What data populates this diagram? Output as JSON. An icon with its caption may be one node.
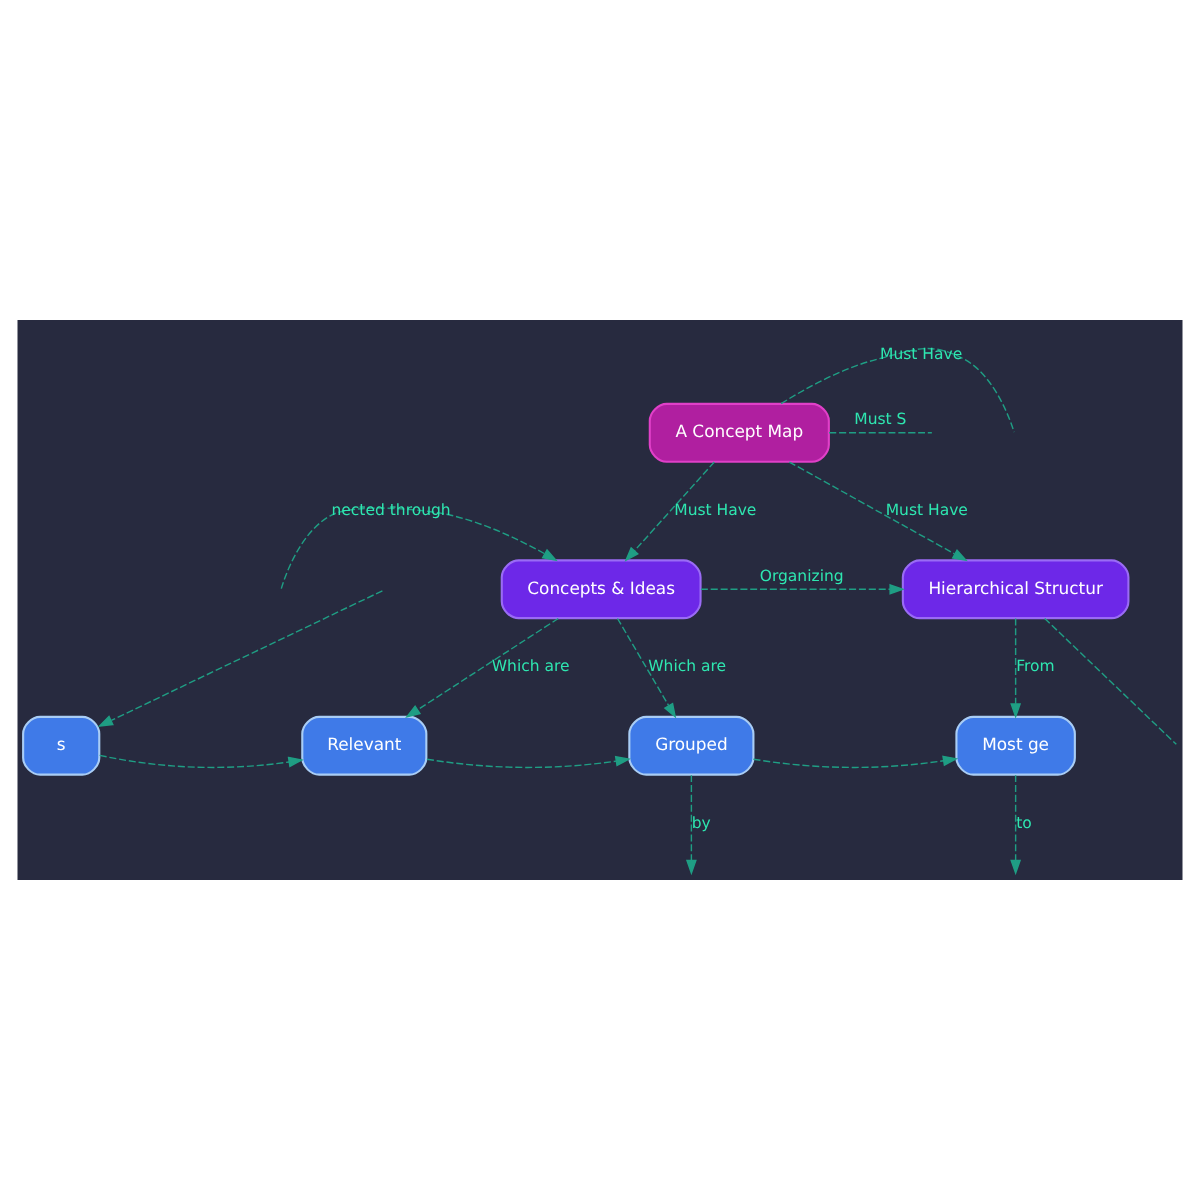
{
  "diagram": {
    "nodes": [
      {
        "text": [
          "A Concept Map"
        ]
      },
      {
        "text": [
          "Concepts & Ideas"
        ]
      },
      {
        "text": [
          "Hierarchical Structur"
        ]
      },
      {
        "text": [
          "s"
        ]
      },
      {
        "text": [
          "Relevant"
        ]
      },
      {
        "text": [
          "Grouped"
        ]
      },
      {
        "text": [
          "Most ge"
        ]
      }
    ],
    "edges": [
      {
        "from": 0,
        "to": null,
        "label": "Must Have",
        "arrow": "none",
        "style": "dashed"
      },
      {
        "from": 0,
        "to": 1,
        "label": "Must Have",
        "arrow": "to",
        "style": "dashed"
      },
      {
        "from": 0,
        "to": 2,
        "label": "Must Have",
        "arrow": "to",
        "style": "dashed"
      },
      {
        "from": 0,
        "to": null,
        "label": "Must S",
        "arrow": "none",
        "style": "dashed"
      },
      {
        "from": null,
        "to": 1,
        "label": "nected through",
        "arrow": "to",
        "style": "dashed"
      },
      {
        "from": 1,
        "to": 2,
        "label": "Organizing",
        "arrow": "to",
        "style": "dashed"
      },
      {
        "from": 1,
        "to": 4,
        "label": "Which are",
        "arrow": "to",
        "style": "dashed"
      },
      {
        "from": 1,
        "to": 5,
        "label": "Which are",
        "arrow": "to",
        "style": "dashed"
      },
      {
        "from": 2,
        "to": 6,
        "label": "From",
        "arrow": "to",
        "style": "dashed"
      },
      {
        "from": 2,
        "to": null,
        "arrow": "none",
        "style": "dashed"
      },
      {
        "from": null,
        "to": 3,
        "arrow": "to",
        "style": "dashed"
      },
      {
        "from": 3,
        "to": 4,
        "arrow": "to",
        "style": "dashed"
      },
      {
        "from": 4,
        "to": 5,
        "arrow": "to",
        "style": "dashed"
      },
      {
        "from": 5,
        "to": 6,
        "arrow": "to",
        "style": "dashed"
      },
      {
        "from": 5,
        "to": null,
        "label": "by",
        "arrow": "to",
        "style": "dashed"
      },
      {
        "from": 6,
        "to": null,
        "label": "to",
        "arrow": "to",
        "style": "dashed"
      }
    ]
  }
}
